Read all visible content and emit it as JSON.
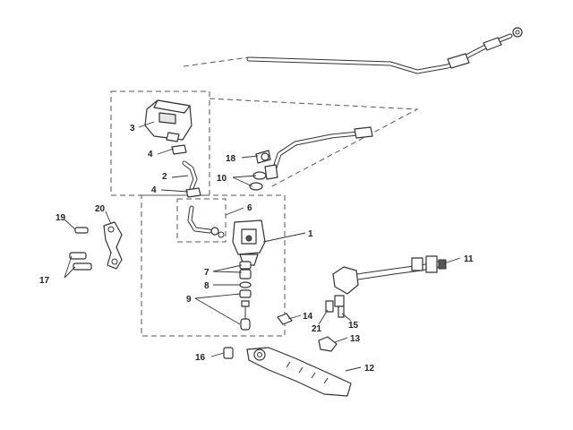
{
  "callouts": {
    "c1": "1",
    "c2": "2",
    "c3": "3",
    "c4a": "4",
    "c4b": "4",
    "c6": "6",
    "c7": "7",
    "c8": "8",
    "c9": "9",
    "c10": "10",
    "c11": "11",
    "c12": "12",
    "c13": "13",
    "c14": "14",
    "c15": "15",
    "c16": "16",
    "c17": "17",
    "c18": "18",
    "c19": "19",
    "c20": "20",
    "c21": "21"
  },
  "colors": {
    "line": "#333333",
    "background": "#ffffff"
  }
}
